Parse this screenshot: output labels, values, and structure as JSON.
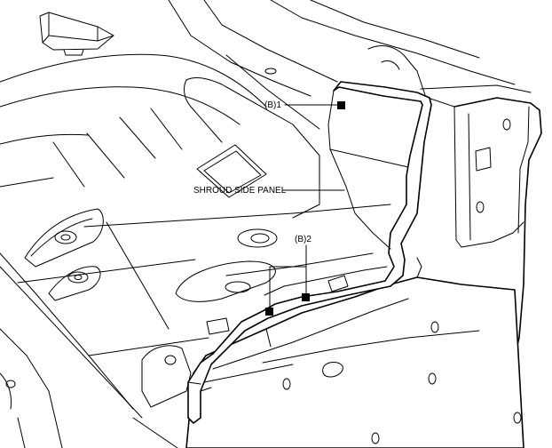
{
  "labels": {
    "b1": "(B)1",
    "b2": "(B)2",
    "shroud": "SHROUD SIDE PANEL"
  },
  "colors": {
    "line": "#000000",
    "background": "#ffffff"
  }
}
